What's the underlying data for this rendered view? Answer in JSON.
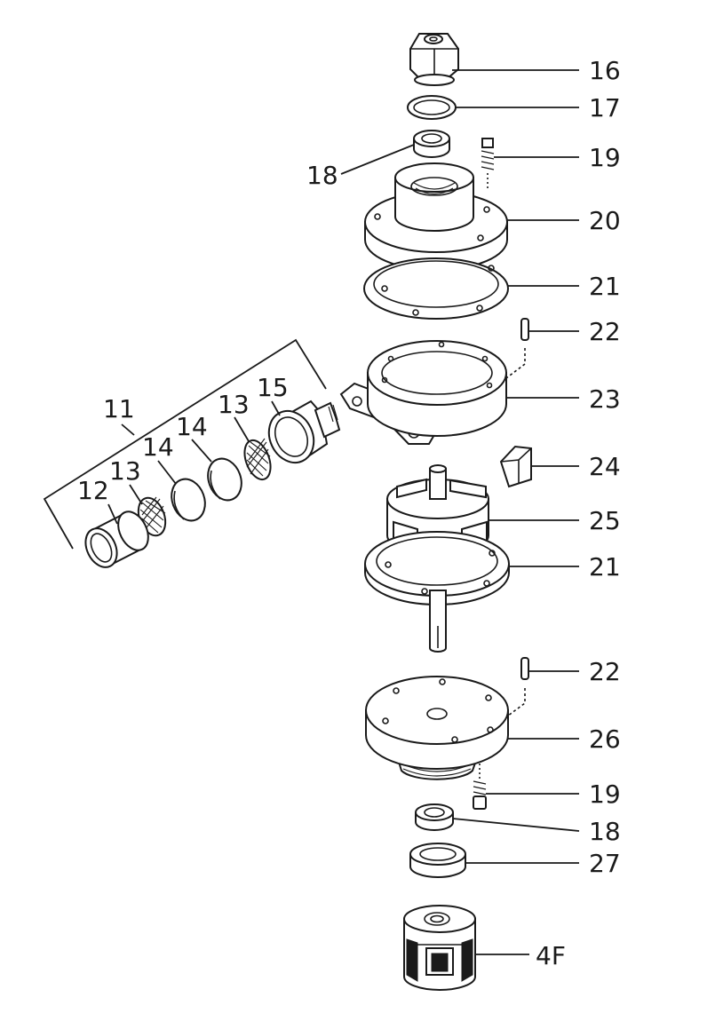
{
  "callouts": [
    {
      "id": "16",
      "label": "16"
    },
    {
      "id": "17",
      "label": "17"
    },
    {
      "id": "18a",
      "label": "18"
    },
    {
      "id": "19a",
      "label": "19"
    },
    {
      "id": "20",
      "label": "20"
    },
    {
      "id": "21a",
      "label": "21"
    },
    {
      "id": "22a",
      "label": "22"
    },
    {
      "id": "23",
      "label": "23"
    },
    {
      "id": "24",
      "label": "24"
    },
    {
      "id": "25",
      "label": "25"
    },
    {
      "id": "21b",
      "label": "21"
    },
    {
      "id": "22b",
      "label": "22"
    },
    {
      "id": "26",
      "label": "26"
    },
    {
      "id": "19b",
      "label": "19"
    },
    {
      "id": "18b",
      "label": "18"
    },
    {
      "id": "27",
      "label": "27"
    },
    {
      "id": "4F",
      "label": "4F"
    },
    {
      "id": "11",
      "label": "11"
    },
    {
      "id": "12",
      "label": "12"
    },
    {
      "id": "13a",
      "label": "13"
    },
    {
      "id": "14a",
      "label": "14"
    },
    {
      "id": "14b",
      "label": "14"
    },
    {
      "id": "13b",
      "label": "13"
    },
    {
      "id": "15",
      "label": "15"
    }
  ]
}
